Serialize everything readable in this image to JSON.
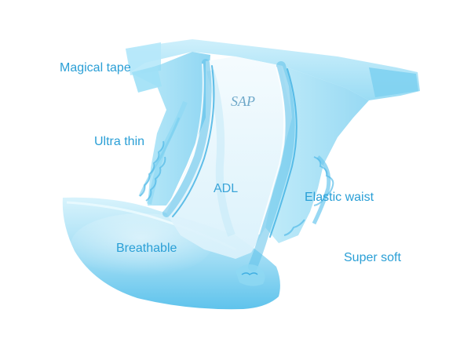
{
  "labels": {
    "magical_tape": "Magical tape",
    "sap": "SAP",
    "ultra_thin": "Ultra thin",
    "adl": "ADL",
    "elastic_waist": "Elastic waist",
    "breathable": "Breathable",
    "super_soft": "Super soft"
  },
  "colors": {
    "label_text": "#2a9fd6",
    "diaper_light": "#e8f7fd",
    "diaper_mid": "#aee2f6",
    "diaper_deep": "#62c4ec"
  },
  "illustration": "diaper-illustration"
}
